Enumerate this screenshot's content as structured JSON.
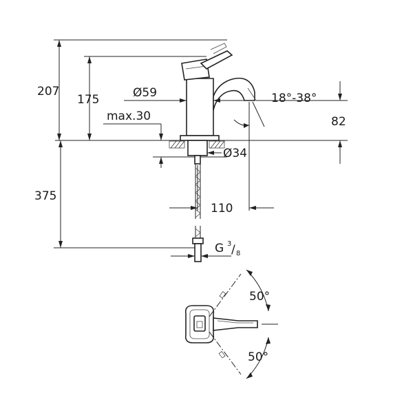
{
  "dimensions": {
    "total_height": "207",
    "lever_height": "175",
    "body_diameter": "Ø59",
    "max_thickness": "max.30",
    "spout_angle": "18°-38°",
    "spout_height": "82",
    "hole_diameter": "Ø34",
    "hose_length": "375",
    "spout_reach": "110",
    "thread_g": "G",
    "thread_num": "3",
    "thread_den": "8",
    "lever_angle_top": "50°",
    "lever_angle_bottom": "50°"
  }
}
